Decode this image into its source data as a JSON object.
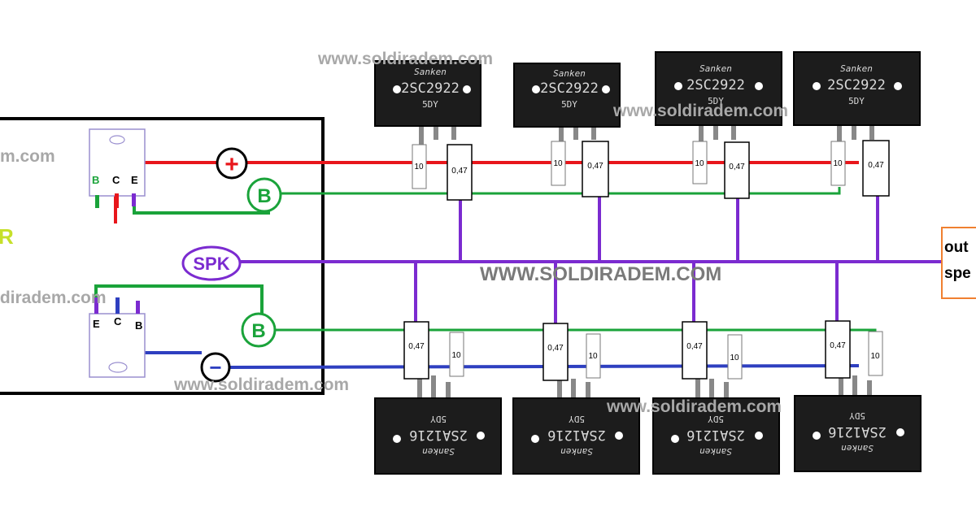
{
  "watermarks": {
    "top": "www.soldiradem.com",
    "upper_right": "www.soldiradem.com",
    "center": "WWW.SOLDIRADEM.COM",
    "lower_left": "www.soldiradem.com",
    "lower_right": "www.soldiradem.com",
    "left_cut_1": "m.com",
    "left_cut_2": "idiradem.com"
  },
  "left_box": {
    "left_letter": "R",
    "driver_top_pins": [
      "B",
      "C",
      "E"
    ],
    "driver_bottom_pins": [
      "E",
      "C",
      "B"
    ]
  },
  "nodes": {
    "plus": "+",
    "minus": "−",
    "base_top": "B",
    "base_bottom": "B",
    "speaker": "SPK"
  },
  "transistors": {
    "top": {
      "brand": "Sanken",
      "part": "2SC2922",
      "code": "5DY"
    },
    "bottom": {
      "brand": "Sanken",
      "part": "2SA1216",
      "code": "5DY"
    }
  },
  "resistors": {
    "emitter": "0,47",
    "base": "10"
  },
  "output_box": {
    "line1": "out",
    "line2": "spe"
  },
  "colors": {
    "positive_rail": "#e8161b",
    "negative_rail": "#2e3fc0",
    "base_line": "#1aa33a",
    "speaker_line": "#7b2bd0",
    "output_border": "#f08030"
  }
}
